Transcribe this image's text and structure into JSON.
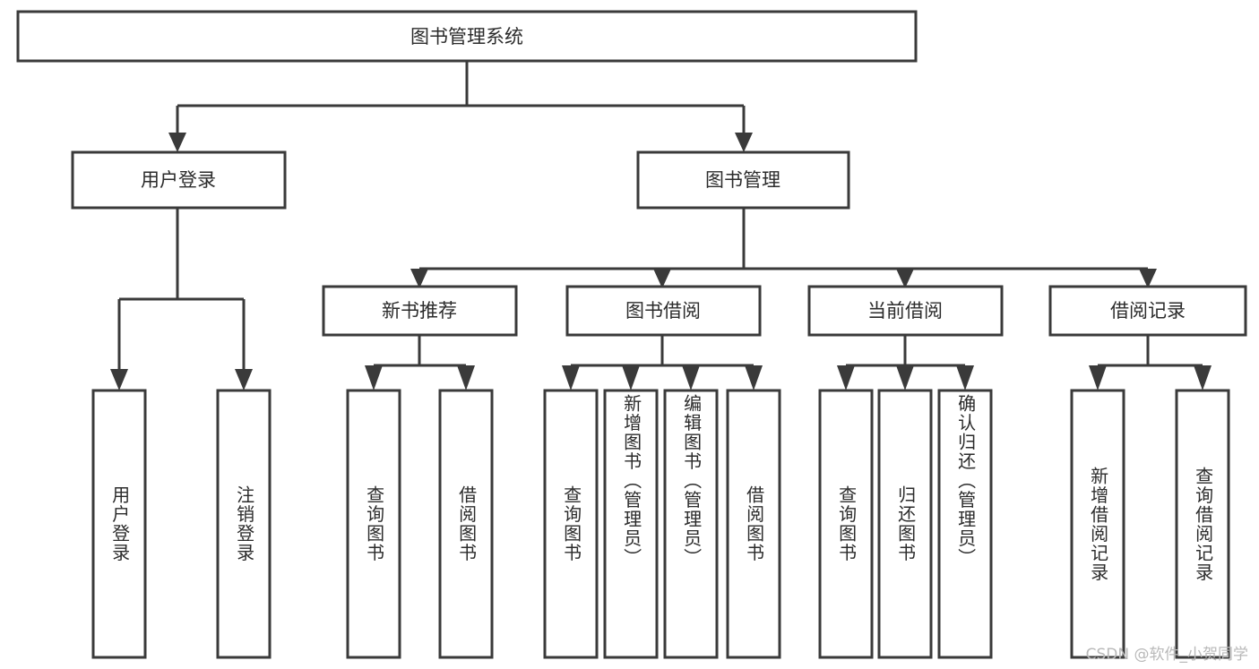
{
  "diagram": {
    "type": "tree-hierarchy",
    "title": "图书管理系统",
    "watermark": "CSDN @软件_小贺同学",
    "colors": {
      "stroke": "#3a3a3a",
      "fill": "#ffffff",
      "text": "#2b2b2b",
      "watermark": "#b9b9b9"
    },
    "root": {
      "label": "图书管理系统"
    },
    "level1": [
      {
        "label": "用户登录"
      },
      {
        "label": "图书管理"
      }
    ],
    "level2": [
      {
        "label": "新书推荐"
      },
      {
        "label": "图书借阅"
      },
      {
        "label": "当前借阅"
      },
      {
        "label": "借阅记录"
      }
    ],
    "leaves": {
      "user_login": [
        {
          "label": "用户登录"
        },
        {
          "label": "注销登录"
        }
      ],
      "new_book_recommend": [
        {
          "label": "查询图书"
        },
        {
          "label": "借阅图书"
        }
      ],
      "book_borrow": [
        {
          "label": "查询图书"
        },
        {
          "label": "新增图书（管理员）"
        },
        {
          "label": "编辑图书（管理员）"
        },
        {
          "label": "借阅图书"
        }
      ],
      "current_borrow": [
        {
          "label": "查询图书"
        },
        {
          "label": "归还图书"
        },
        {
          "label": "确认归还（管理员）"
        }
      ],
      "borrow_record": [
        {
          "label": "新增借阅记录"
        },
        {
          "label": "查询借阅记录"
        }
      ]
    }
  }
}
